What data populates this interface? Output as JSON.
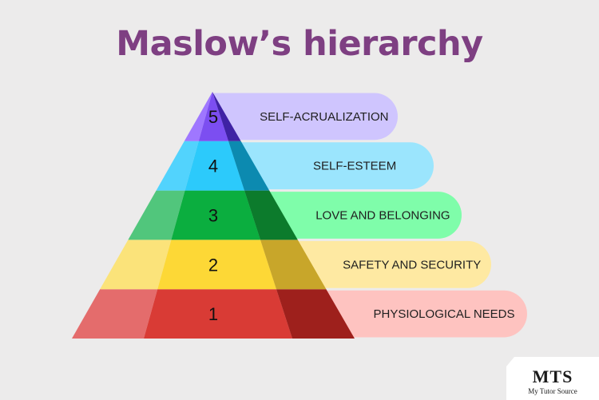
{
  "title": "Maslow’s hierarchy",
  "levels": [
    {
      "number": "1",
      "label": "PHYSIOLOGICAL NEEDS",
      "colors": {
        "left": "#e46c6c",
        "mid": "#d93b35",
        "right": "#9e201c",
        "band": "#fec3c0"
      }
    },
    {
      "number": "2",
      "label": "SAFETY AND SECURITY",
      "colors": {
        "left": "#fbe37a",
        "mid": "#fdd836",
        "right": "#c8a62a",
        "band": "#fee9a2"
      }
    },
    {
      "number": "3",
      "label": "LOVE AND BELONGING",
      "colors": {
        "left": "#51c67c",
        "mid": "#0bae3f",
        "right": "#0c7b2c",
        "band": "#7ffdaa"
      }
    },
    {
      "number": "4",
      "label": "SELF-ESTEEM",
      "colors": {
        "left": "#52d3fd",
        "mid": "#2ccafb",
        "right": "#0c8ab0",
        "band": "#9be5fd"
      }
    },
    {
      "number": "5",
      "label": "SELF-ACRUALIZATION",
      "colors": {
        "left": "#9f77ff",
        "mid": "#7c4ef1",
        "right": "#3f22a4",
        "band": "#cfc5fe"
      }
    }
  ],
  "logo": {
    "mark": "MTS",
    "subtitle": "My Tutor Source"
  }
}
